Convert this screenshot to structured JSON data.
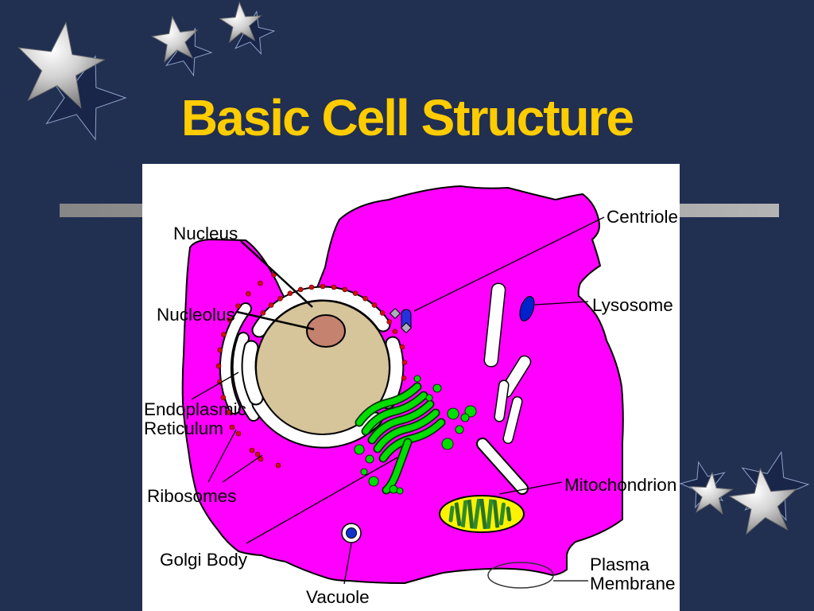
{
  "slide": {
    "title": "Basic Cell Structure",
    "title_color": "#FFCC00",
    "background_color": "#212F51",
    "decorations": [
      "silver-stars-top-left",
      "silver-stars-bottom-right",
      "gray-divider-bar"
    ]
  },
  "diagram": {
    "description": "Labeled animal cell diagram on white panel",
    "labels": {
      "nucleus": "Nucleus",
      "nucleolus": "Nucleolus",
      "er_line1": "Endoplasmic",
      "er_line2": "Reticulum",
      "ribosomes": "Ribosomes",
      "golgi_body": "Golgi Body",
      "vacuole": "Vacuole",
      "centriole": "Centriole",
      "lysosome": "Lysosome",
      "mitochondrion": "Mitochondrion",
      "plasma_line1": "Plasma",
      "plasma_line2": "Membrane"
    },
    "colors": {
      "cytoplasm": "#FF00FF",
      "nucleus_fill": "#D6C49A",
      "nucleolus_fill": "#C4826F",
      "ribosome_dots": "#CC1111",
      "golgi_green": "#00DD00",
      "mitochondrion_fill": "#FFF200",
      "mitochondrion_cristae": "#2E8B2E",
      "organelle_blue": "#1122CC"
    }
  }
}
